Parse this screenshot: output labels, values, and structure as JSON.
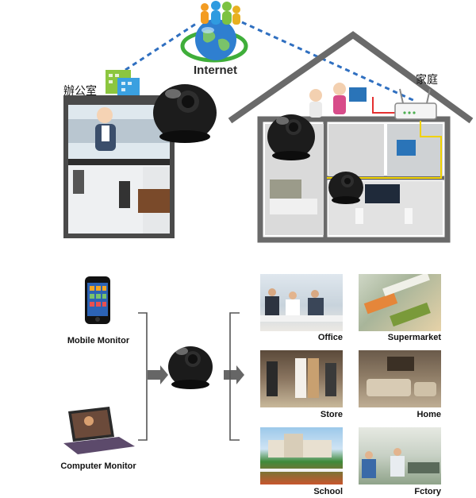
{
  "top": {
    "internet_label": "Internet",
    "office_label": "辦公室",
    "home_label": "家庭"
  },
  "devices": {
    "mobile_label": "Mobile Monitor",
    "computer_label": "Computer Monitor"
  },
  "locations": [
    {
      "label": "Office"
    },
    {
      "label": "Supermarket"
    },
    {
      "label": "Store"
    },
    {
      "label": "Home"
    },
    {
      "label": "School"
    },
    {
      "label": "Fctory"
    }
  ],
  "colors": {
    "link_line": "#2f6fc0",
    "bracket": "#555555",
    "house_outline": "#6a6a6a",
    "cable_yellow": "#f1d200",
    "cable_red": "#e53030"
  }
}
